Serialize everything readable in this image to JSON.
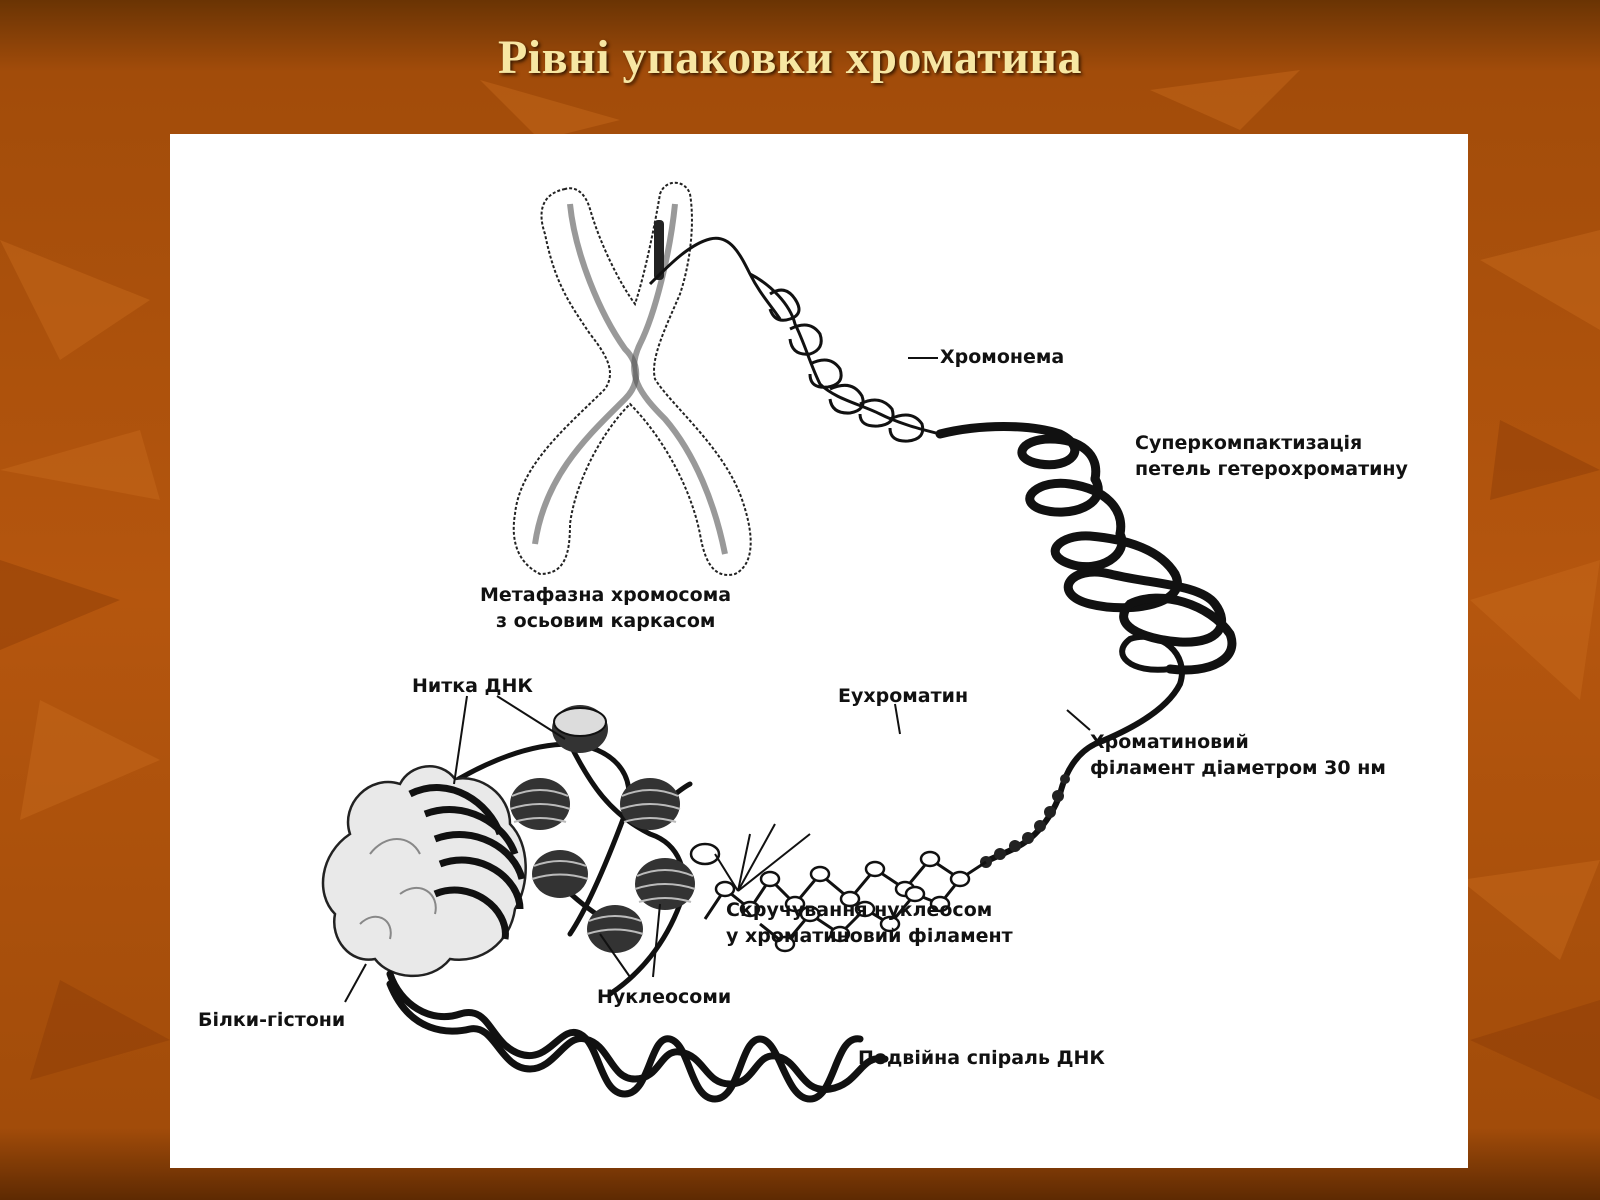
{
  "slide": {
    "title": "Рівні упаковки хроматина",
    "colors": {
      "background": "#b2520c",
      "background_dark": "#6a2c04",
      "title": "#f7e7a3",
      "panel": "#ffffff",
      "ink": "#111111"
    }
  },
  "diagram": {
    "labels": {
      "chromonema": "Хромонема",
      "supercompaction_line1": "Суперкомпактизація",
      "supercompaction_line2": "петель гетерохроматину",
      "metaphase_line1": "Метафазна хромосома",
      "metaphase_line2": "з осьовим каркасом",
      "dna_strand": "Нитка ДНК",
      "euchromatin": "Еухроматин",
      "filament_line1": "Хроматиновий",
      "filament_line2": "філамент діаметром 30 нм",
      "coiling_line1": "Скручування нуклеосом",
      "coiling_line2": "у хроматиновий філамент",
      "nucleosomes": "Нуклеосоми",
      "histones": "Білки-гістони",
      "double_helix": "Подвійна спіраль ДНК"
    }
  }
}
